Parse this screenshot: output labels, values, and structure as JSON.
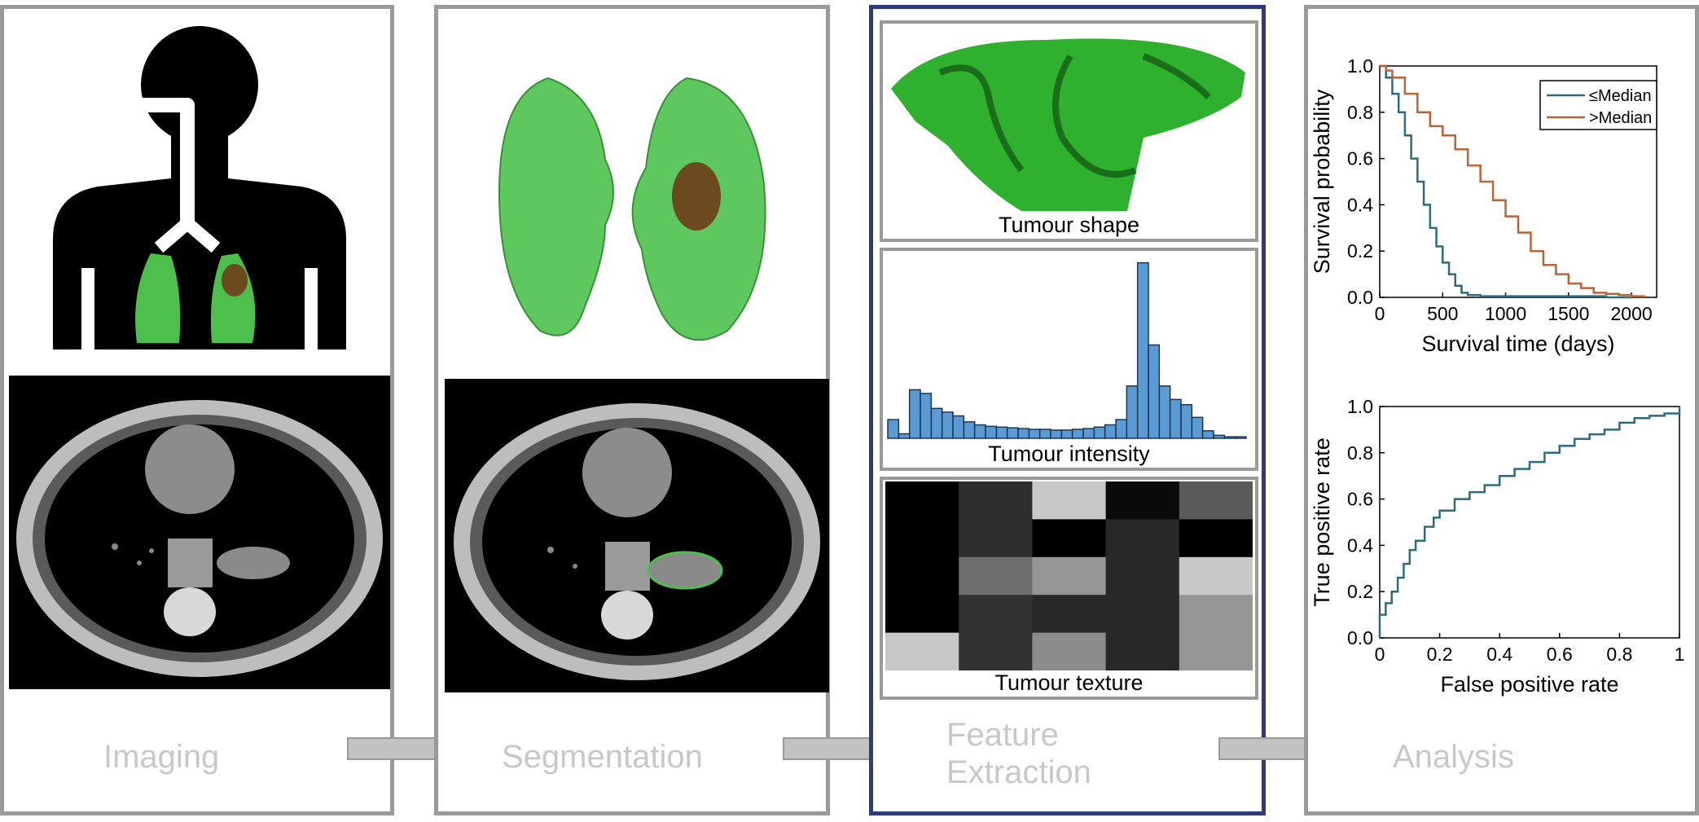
{
  "stages": {
    "imaging": "Imaging",
    "segmentation": "Segmentation",
    "feature_line1": "Feature",
    "feature_line2": "Extraction",
    "analysis": "Analysis"
  },
  "features": {
    "shape": "Tumour shape",
    "intensity": "Tumour intensity",
    "texture": "Tumour texture"
  },
  "colors": {
    "panel_border": "#9a9a9a",
    "highlight_border": "#2f3a7a",
    "stage_label": "#c8c8c8",
    "lung_green": "#4cbf4c",
    "tumour_brown": "#6b4a1e",
    "histogram_bar": "#5b9bd5",
    "km_low": "#2f6b7a",
    "km_high": "#b5653a"
  },
  "texture_grid": [
    [
      0,
      45,
      200,
      10,
      90
    ],
    [
      0,
      45,
      0,
      40,
      0
    ],
    [
      0,
      110,
      150,
      40,
      200
    ],
    [
      0,
      50,
      40,
      40,
      150
    ],
    [
      200,
      50,
      140,
      40,
      150
    ]
  ],
  "histogram": [
    25,
    6,
    65,
    60,
    40,
    35,
    30,
    22,
    18,
    16,
    15,
    14,
    13,
    12,
    12,
    11,
    11,
    12,
    13,
    15,
    18,
    25,
    70,
    235,
    125,
    70,
    52,
    45,
    28,
    10,
    4,
    2,
    2
  ],
  "chart_data": [
    {
      "type": "line",
      "xlabel": "Survival time (days)",
      "ylabel": "Survival probability",
      "xlim": [
        0,
        2200
      ],
      "ylim": [
        0,
        1
      ],
      "xticks": [
        "0",
        "500",
        "1000",
        "1500",
        "2000"
      ],
      "yticks": [
        "0.0",
        "0.2",
        "0.4",
        "0.6",
        "0.8",
        "1.0"
      ],
      "legend_position": "top-right",
      "series": [
        {
          "name": "≤Median",
          "x": [
            0,
            50,
            100,
            150,
            200,
            250,
            300,
            350,
            400,
            450,
            500,
            550,
            600,
            650,
            700,
            800,
            1000,
            1200,
            1400,
            1600,
            1800,
            2000
          ],
          "y": [
            1.0,
            0.95,
            0.88,
            0.8,
            0.7,
            0.6,
            0.5,
            0.4,
            0.3,
            0.22,
            0.15,
            0.1,
            0.05,
            0.02,
            0.01,
            0.005,
            0.005,
            0.005,
            0.005,
            0.005,
            0.0,
            0.0
          ]
        },
        {
          "name": ">Median",
          "x": [
            0,
            50,
            100,
            200,
            300,
            400,
            500,
            600,
            700,
            800,
            900,
            1000,
            1100,
            1200,
            1300,
            1400,
            1500,
            1600,
            1700,
            1800,
            1900,
            2000,
            2100
          ],
          "y": [
            1.0,
            0.98,
            0.95,
            0.88,
            0.8,
            0.74,
            0.7,
            0.64,
            0.57,
            0.5,
            0.42,
            0.35,
            0.28,
            0.2,
            0.14,
            0.1,
            0.06,
            0.04,
            0.02,
            0.015,
            0.01,
            0.005,
            0.0
          ]
        }
      ]
    },
    {
      "type": "line",
      "xlabel": "False positive rate",
      "ylabel": "True positive rate",
      "xlim": [
        0,
        1
      ],
      "ylim": [
        0,
        1
      ],
      "xticks": [
        "0",
        "0.2",
        "0.4",
        "0.6",
        "0.8",
        "1"
      ],
      "yticks": [
        "0.0",
        "0.2",
        "0.4",
        "0.6",
        "0.8",
        "1.0"
      ],
      "series": [
        {
          "name": "",
          "x": [
            0,
            0.0,
            0.02,
            0.04,
            0.06,
            0.08,
            0.1,
            0.12,
            0.15,
            0.18,
            0.2,
            0.25,
            0.3,
            0.35,
            0.4,
            0.45,
            0.5,
            0.55,
            0.6,
            0.65,
            0.7,
            0.75,
            0.8,
            0.85,
            0.9,
            0.95,
            1.0
          ],
          "y": [
            0,
            0.1,
            0.15,
            0.2,
            0.26,
            0.32,
            0.38,
            0.42,
            0.48,
            0.52,
            0.55,
            0.6,
            0.63,
            0.66,
            0.7,
            0.73,
            0.76,
            0.8,
            0.83,
            0.86,
            0.88,
            0.9,
            0.93,
            0.95,
            0.96,
            0.97,
            1.0
          ]
        }
      ]
    }
  ]
}
